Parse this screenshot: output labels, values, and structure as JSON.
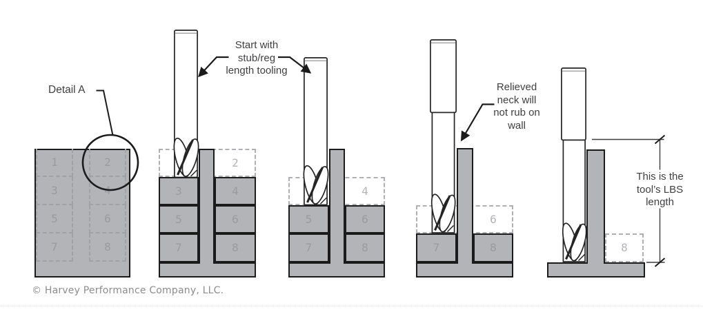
{
  "annotations": {
    "detail_a": "Detail A",
    "start_tooling": "Start with\nstub/reg\nlength tooling",
    "relieved_neck": "Relieved\nneck will\nnot rub on\nwall",
    "lbs_length": "This is the\ntool’s LBS\nlength"
  },
  "panels": {
    "p1": {
      "cells": [
        "1",
        "2",
        "3",
        "4",
        "5",
        "6",
        "7",
        "8"
      ]
    },
    "p2": {
      "ghost": "2",
      "solid": [
        "3",
        "4",
        "5",
        "6",
        "7",
        "8"
      ]
    },
    "p3": {
      "ghost": "4",
      "solid": [
        "5",
        "6",
        "7",
        "8"
      ]
    },
    "p4": {
      "ghost": "6",
      "solid": [
        "7",
        "8"
      ]
    },
    "p5": {
      "ghost": "8",
      "solid": []
    }
  },
  "footer": {
    "copyright": "© Harvey Performance Company, LLC."
  },
  "colors": {
    "block_fill": "#b3b4b7",
    "outline": "#1b1b1b",
    "dash_on_gray": "#9fa1a5",
    "dash_on_white": "#aeb0b3",
    "num_on_gray": "#989ba0",
    "num_on_white": "#b2b4b7",
    "annotation_text": "#3f3f41",
    "footer_text": "#8c8c8e",
    "tool_outline": "#242424"
  }
}
